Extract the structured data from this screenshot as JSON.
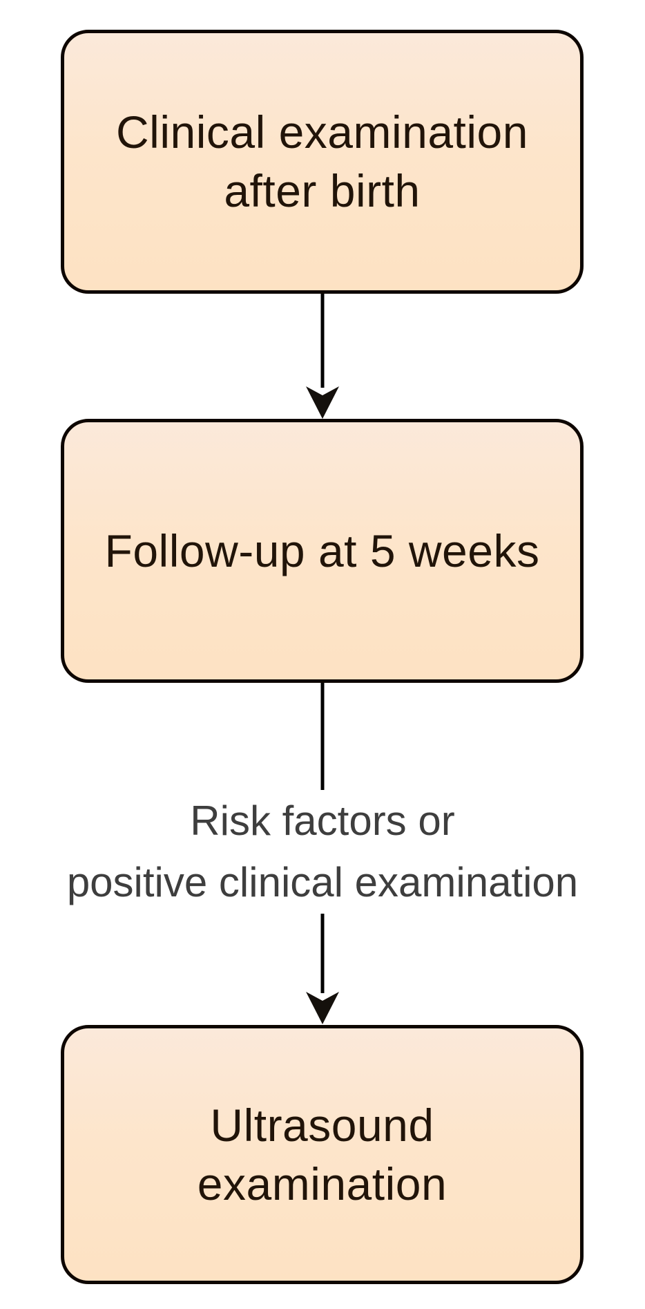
{
  "diagram": {
    "type": "flowchart",
    "direction": "top-down",
    "background_color": "#ffffff",
    "node_fill_color": "#fde5cb",
    "node_border_color": "#000000",
    "node_text_color": "#211409",
    "edge_color": "#000000",
    "edge_label_color": "#3e3e3e",
    "nodes": [
      {
        "id": "clinical-exam",
        "label": "Clinical examination\nafter birth"
      },
      {
        "id": "followup",
        "label": "Follow-up at 5 weeks"
      },
      {
        "id": "ultrasound",
        "label": "Ultrasound\nexamination"
      }
    ],
    "edges": [
      {
        "from": "clinical-exam",
        "to": "followup",
        "label": ""
      },
      {
        "from": "followup",
        "to": "ultrasound",
        "label": "Risk factors or\npositive clinical examination"
      }
    ]
  }
}
